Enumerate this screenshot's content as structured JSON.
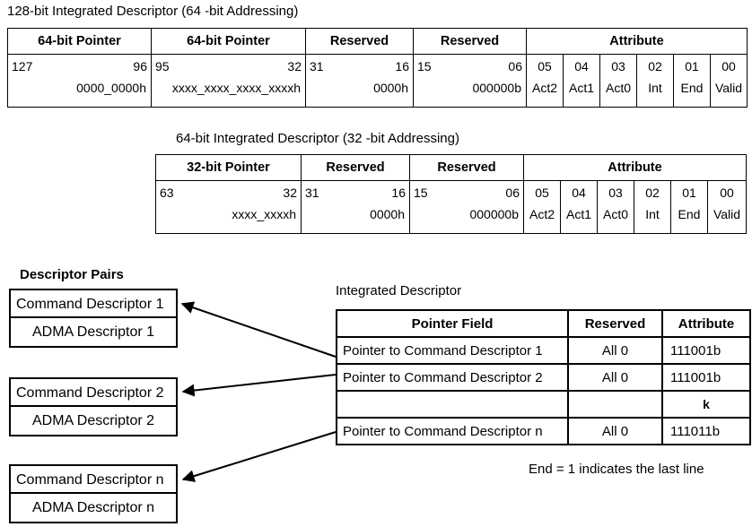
{
  "diagram": {
    "title_128": "128-bit Integrated Descriptor (64 -bit Addressing)",
    "title_64": "64-bit Integrated Descriptor (32 -bit Addressing)",
    "descriptor_pairs_heading": "Descriptor Pairs",
    "integrated_descriptor_heading": "Integrated Descriptor",
    "footnote": "End = 1 indicates the last line"
  },
  "table_128bit": {
    "headers": [
      "64-bit Pointer",
      "64-bit Pointer",
      "Reserved",
      "Reserved",
      "Attribute"
    ],
    "fields": [
      {
        "name": "64-bit Pointer",
        "bit_hi": "127",
        "bit_lo": "96",
        "value": "0000_0000h"
      },
      {
        "name": "64-bit Pointer",
        "bit_hi": "95",
        "bit_lo": "32",
        "value": "xxxx_xxxx_xxxx_xxxxh"
      },
      {
        "name": "Reserved",
        "bit_hi": "31",
        "bit_lo": "16",
        "value": "0000h"
      },
      {
        "name": "Reserved",
        "bit_hi": "15",
        "bit_lo": "06",
        "value": "000000b"
      }
    ],
    "attribute_bits": [
      {
        "bit": "05",
        "name": "Act2"
      },
      {
        "bit": "04",
        "name": "Act1"
      },
      {
        "bit": "03",
        "name": "Act0"
      },
      {
        "bit": "02",
        "name": "Int"
      },
      {
        "bit": "01",
        "name": "End"
      },
      {
        "bit": "00",
        "name": "Valid"
      }
    ]
  },
  "table_64bit": {
    "headers": [
      "32-bit Pointer",
      "Reserved",
      "Reserved",
      "Attribute"
    ],
    "fields": [
      {
        "name": "32-bit Pointer",
        "bit_hi": "63",
        "bit_lo": "32",
        "value": "xxxx_xxxxh"
      },
      {
        "name": "Reserved",
        "bit_hi": "31",
        "bit_lo": "16",
        "value": "0000h"
      },
      {
        "name": "Reserved",
        "bit_hi": "15",
        "bit_lo": "06",
        "value": "000000b"
      }
    ],
    "attribute_bits": [
      {
        "bit": "05",
        "name": "Act2"
      },
      {
        "bit": "04",
        "name": "Act1"
      },
      {
        "bit": "03",
        "name": "Act0"
      },
      {
        "bit": "02",
        "name": "Int"
      },
      {
        "bit": "01",
        "name": "End"
      },
      {
        "bit": "00",
        "name": "Valid"
      }
    ]
  },
  "descriptor_pairs": [
    {
      "command": "Command Descriptor 1",
      "adma": "ADMA Descriptor 1"
    },
    {
      "command": "Command Descriptor 2",
      "adma": "ADMA Descriptor 2"
    },
    {
      "command": "Command Descriptor n",
      "adma": "ADMA Descriptor n"
    }
  ],
  "integrated_descriptor_table": {
    "columns": [
      "Pointer Field",
      "Reserved",
      "Attribute"
    ],
    "rows": [
      {
        "pointer_field": "Pointer to Command Descriptor 1",
        "reserved": "All 0",
        "attribute": "111001b"
      },
      {
        "pointer_field": "Pointer to Command Descriptor 2",
        "reserved": "All 0",
        "attribute": "111001b"
      },
      {
        "pointer_field": "",
        "reserved": "",
        "attribute": "k"
      },
      {
        "pointer_field": "Pointer to Command Descriptor n",
        "reserved": "All 0",
        "attribute": "111011b"
      }
    ]
  },
  "colors": {
    "line": "#000000",
    "background": "#ffffff"
  }
}
